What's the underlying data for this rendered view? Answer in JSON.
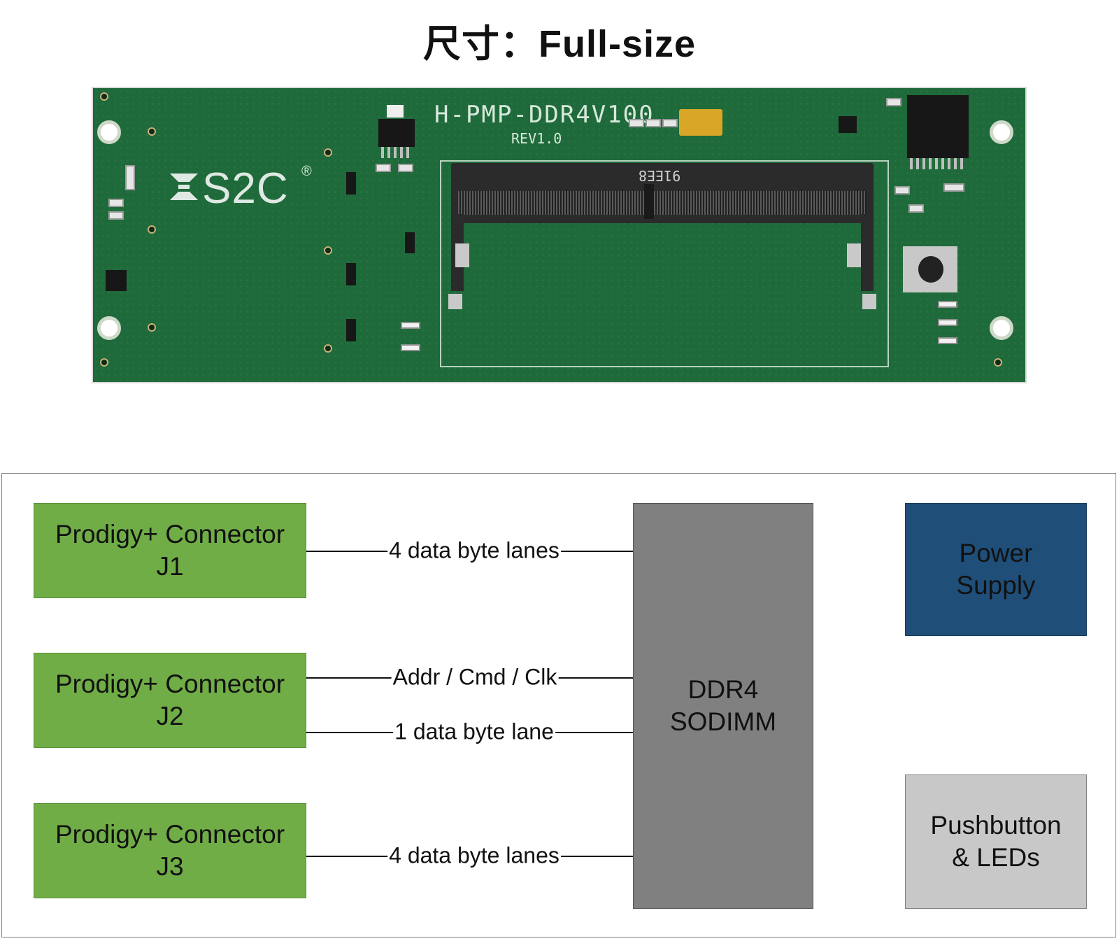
{
  "title": "尺寸：Full-size",
  "pcb": {
    "board_name": "H-PMP-DDR4V100",
    "revision": "REV1.0",
    "logo": "S2C",
    "logo_mark": "®",
    "slot_code": "91EE8",
    "colors": {
      "board": "#1f6a3a",
      "silk": "#d7e9dc",
      "tantalum": "#d9a628"
    }
  },
  "diagram": {
    "blocks": {
      "j1": {
        "line1": "Prodigy+ Connector",
        "line2": "J1"
      },
      "j2": {
        "line1": "Prodigy+ Connector",
        "line2": "J2"
      },
      "j3": {
        "line1": "Prodigy+ Connector",
        "line2": "J3"
      },
      "dimm": {
        "line1": "DDR4",
        "line2": "SODIMM"
      },
      "power": {
        "line1": "Power",
        "line2": "Supply"
      },
      "pushbutton": {
        "line1": "Pushbutton",
        "line2": "& LEDs"
      }
    },
    "links": {
      "j1": "4 data byte lanes",
      "j2_addr": "Addr / Cmd / Clk",
      "j2_data": "1 data byte lane",
      "j3": "4 data byte lanes"
    },
    "colors": {
      "connector": "#70ad47",
      "dimm": "#808080",
      "power": "#1f4e79",
      "pushbutton": "#c8c8c8"
    }
  }
}
